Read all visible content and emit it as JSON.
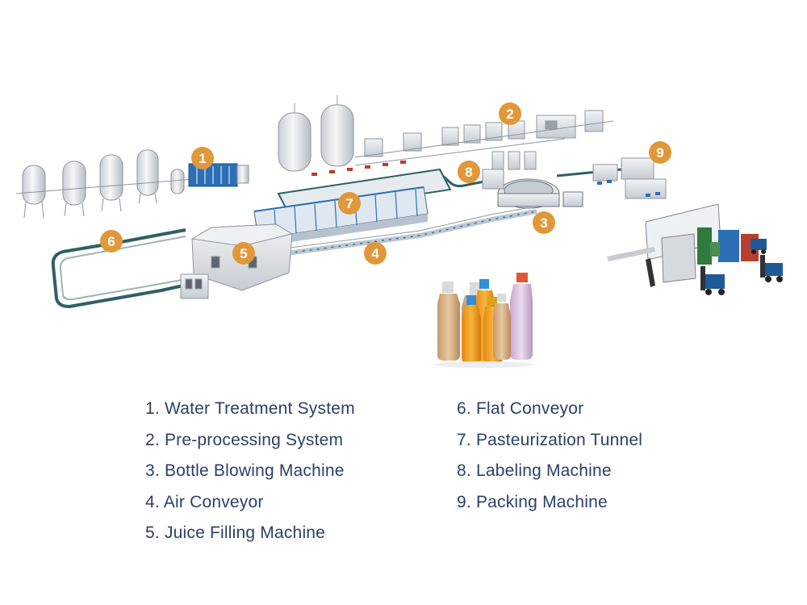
{
  "colors": {
    "badge": "#e0983a",
    "legend_text": "#2c3f66",
    "conveyor": "#2f5f66",
    "machine_blue": "#2d6fb5",
    "steel": "#d8dde2"
  },
  "badges": [
    "1",
    "2",
    "3",
    "4",
    "5",
    "6",
    "7",
    "8",
    "9"
  ],
  "legend": {
    "left": [
      "1. Water Treatment System",
      "2. Pre-processing System",
      "3. Bottle Blowing Machine",
      "4. Air Conveyor",
      "5. Juice Filling Machine"
    ],
    "right": [
      "6. Flat Conveyor",
      "7. Pasteurization Tunnel",
      "8. Labeling Machine",
      "9. Packing Machine"
    ]
  }
}
